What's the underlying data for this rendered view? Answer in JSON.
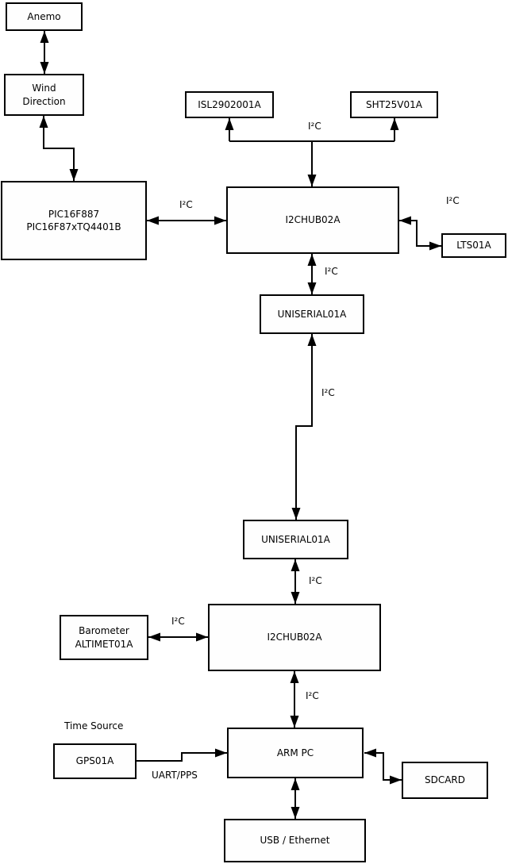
{
  "diagram": {
    "colors": {
      "background": "#ffffff",
      "line": "#000000",
      "node_fill": "#fefefe",
      "text": "#000000"
    },
    "nodes": {
      "anemo": {
        "label": "Anemo"
      },
      "wind_direction": {
        "line1": "Wind",
        "line2": "Direction"
      },
      "pic": {
        "line1": "PIC16F887",
        "line2": "PIC16F87xTQ4401B"
      },
      "isl": {
        "label": "ISL2902001A"
      },
      "sht": {
        "label": "SHT25V01A"
      },
      "hub1": {
        "label": "I2CHUB02A"
      },
      "lts": {
        "label": "LTS01A"
      },
      "uniserial1": {
        "label": "UNISERIAL01A"
      },
      "uniserial2": {
        "label": "UNISERIAL01A"
      },
      "barometer": {
        "line1": "Barometer",
        "line2": "ALTIMET01A"
      },
      "hub2": {
        "label": "I2CHUB02A"
      },
      "gps": {
        "label": "GPS01A"
      },
      "arm_pc": {
        "label": "ARM PC"
      },
      "sdcard": {
        "label": "SDCARD"
      },
      "usb_ethernet": {
        "label": "USB / Ethernet"
      }
    },
    "edge_labels": {
      "i2c_sensors": "I²C",
      "i2c_pic_hub1": "I²C",
      "i2c_hub1_lts": "I²C",
      "i2c_hub1_uniserial1": "I²C",
      "i2c_uniserial_link": "I²C",
      "i2c_uniserial2_hub2": "I²C",
      "i2c_barometer_hub2": "I²C",
      "i2c_hub2_armpc": "I²C",
      "uart_pps": "UART/PPS"
    },
    "annotations": {
      "time_source": "Time Source"
    }
  }
}
